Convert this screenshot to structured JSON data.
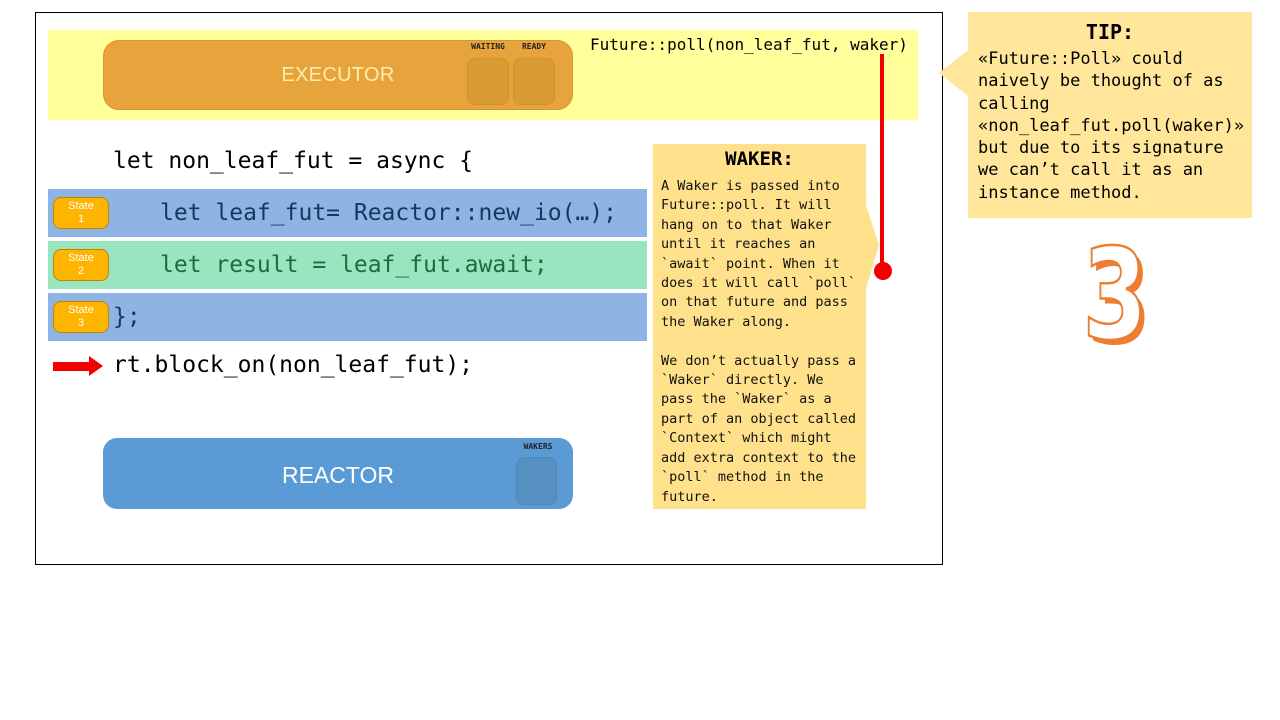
{
  "colors": {
    "banner": "#FFFF9C",
    "executor_orange": "#E7A43C",
    "executor_slot": "#D99C33",
    "badge_orange": "#FFB400",
    "badge_border": "#BC8600",
    "row_blue": "#8DB4E2",
    "row_green": "#98E5BF",
    "reactor_blue": "#5B9BD5",
    "waker_slot_blue": "#5690C2",
    "note_yellow": "#FFE18C",
    "tip_yellow": "#FFE69A",
    "red": "#F40000",
    "number_orange": "#ED7D31",
    "code_navy": "#17375E",
    "code_green": "#1E6B40"
  },
  "executor": {
    "label": "EXECUTOR",
    "waiting": "WAITING",
    "ready": "READY"
  },
  "poll_call": "Future::poll(non_leaf_fut, waker)",
  "code": {
    "open_line": "let non_leaf_fut = async {",
    "states": [
      {
        "badge_top": "State",
        "badge_num": "1",
        "text": "let leaf_fut= Reactor::new_io(…);"
      },
      {
        "badge_top": "State",
        "badge_num": "2",
        "text": "let result = leaf_fut.await;"
      },
      {
        "badge_top": "State",
        "badge_num": "3",
        "text": "};"
      }
    ],
    "block_on": "rt.block_on(non_leaf_fut);"
  },
  "reactor": {
    "label": "REACTOR",
    "wakers": "WAKERS"
  },
  "waker_note": {
    "title": "WAKER:",
    "body": "A Waker is passed into\nFuture::poll. It will\nhang on to that Waker\nuntil it reaches an\n`await` point. When it\ndoes it will call `poll`\non that future and pass\nthe Waker along.\n\nWe don’t actually pass a\n`Waker` directly. We\npass the `Waker` as a\npart of an object called\n`Context` which might\nadd extra context to the\n`poll` method in the\nfuture."
  },
  "tip_note": {
    "title": "TIP:",
    "body": "«Future::Poll» could\nnaively be thought of as\ncalling\n«non_leaf_fut.poll(waker)»\nbut due to its signature\nwe can’t call it as an\ninstance method."
  },
  "step_number": "3"
}
